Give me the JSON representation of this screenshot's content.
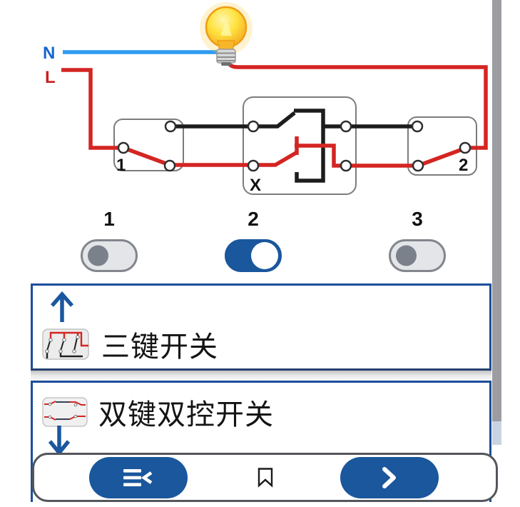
{
  "app": {
    "accent_color": "#1A579C",
    "wire_colors": {
      "neutral": "#2E9BF0",
      "live": "#D42522",
      "load": "#1D1D1D"
    }
  },
  "circuit": {
    "neutral_label": "N",
    "live_label": "L",
    "switch_boxes": [
      {
        "label": "1"
      },
      {
        "label": "X"
      },
      {
        "label": "2"
      }
    ],
    "bulb": {
      "icon": "light-bulb-icon",
      "state": "on"
    }
  },
  "toggles": [
    {
      "label": "1",
      "state": "off"
    },
    {
      "label": "2",
      "state": "on"
    },
    {
      "label": "3",
      "state": "off"
    }
  ],
  "switch_list": {
    "items": [
      {
        "title": "三键开关",
        "thumbnail_icon": "three-key-switch-thumbnail-icon",
        "scroll_icon": "scroll-up-icon"
      },
      {
        "title": "双键双控开关",
        "thumbnail_icon": "double-key-double-control-switch-thumbnail-icon",
        "scroll_icon": "scroll-down-icon"
      }
    ]
  },
  "navbar": {
    "buttons": [
      {
        "name": "menu",
        "icon": "menu-collapse-icon"
      },
      {
        "name": "bookmark",
        "icon": "bookmark-icon"
      },
      {
        "name": "next",
        "icon": "chevron-right-icon"
      }
    ]
  }
}
